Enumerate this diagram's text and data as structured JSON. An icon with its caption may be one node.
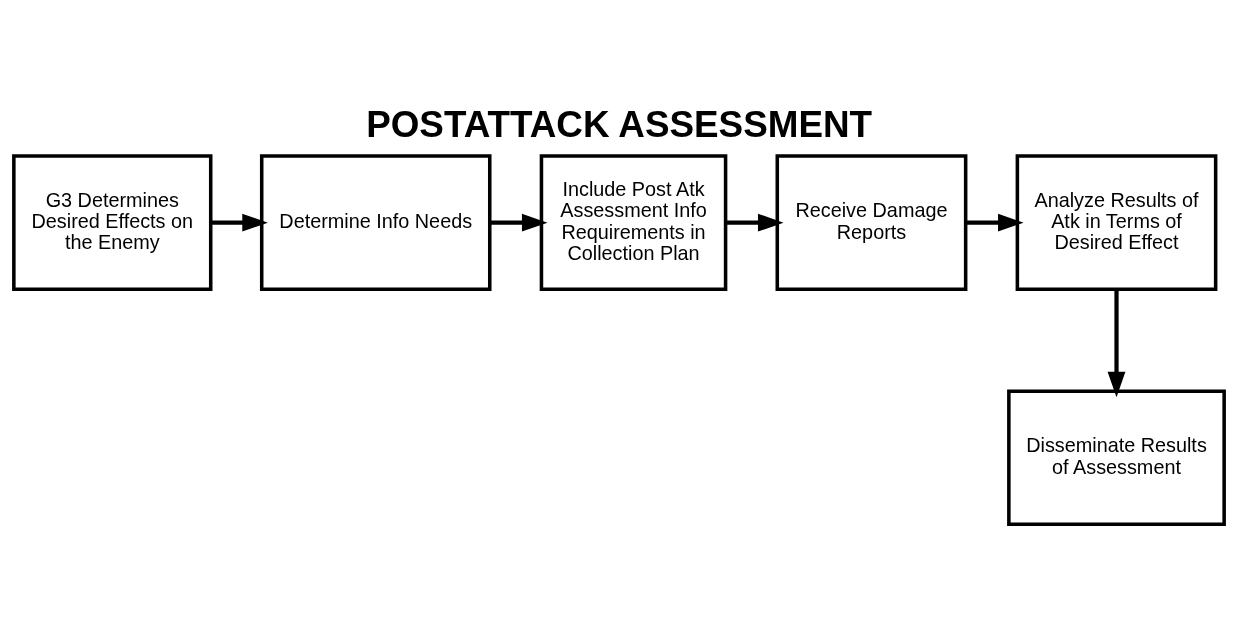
{
  "diagram": {
    "title": "POSTATTACK ASSESSMENT",
    "nodes": [
      {
        "text": [
          "G3 Determines Desired Effects on the Enemy"
        ]
      },
      {
        "text": [
          "Determine Info Needs"
        ]
      },
      {
        "text": [
          "Include Post Atk Assessment Info Requirements in Collection Plan"
        ]
      },
      {
        "text": [
          "Receive Damage Reports"
        ]
      },
      {
        "text": [
          "Analyze Results of Atk in Terms of Desired Effect"
        ]
      },
      {
        "text": [
          "Disseminate Results of Assessment"
        ]
      }
    ],
    "edges": [
      {
        "from": 0,
        "to": 1,
        "arrow": "to"
      },
      {
        "from": 1,
        "to": 2,
        "arrow": "to"
      },
      {
        "from": 2,
        "to": 3,
        "arrow": "to"
      },
      {
        "from": 3,
        "to": 4,
        "arrow": "to"
      },
      {
        "from": 4,
        "to": 5,
        "arrow": "to"
      }
    ]
  }
}
